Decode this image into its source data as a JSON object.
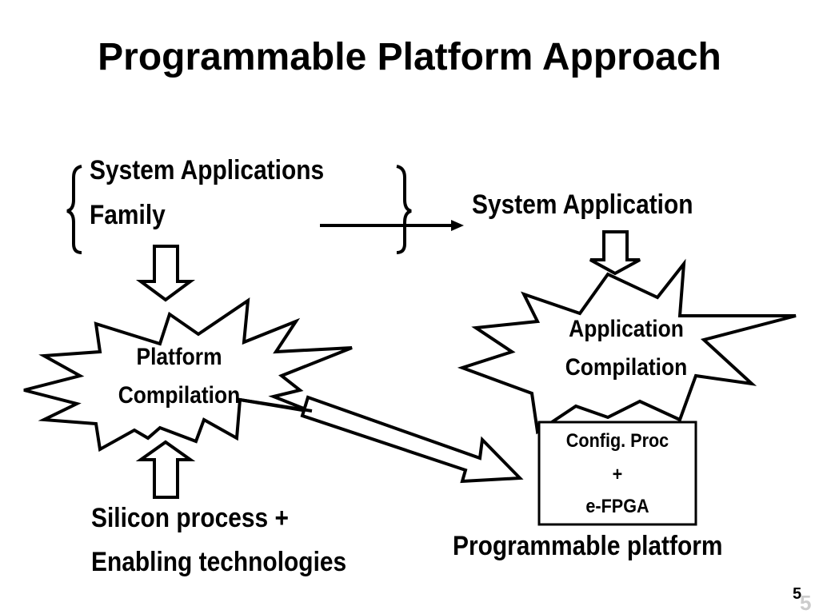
{
  "title": "Programmable Platform Approach",
  "family": {
    "line1": "System Applications",
    "line2": "Family"
  },
  "system_application": "System Application",
  "platform_compilation": {
    "line1": "Platform",
    "line2": "Compilation"
  },
  "application_compilation": {
    "line1": "Application",
    "line2": "Compilation"
  },
  "platform_box": {
    "line1": "Config. Proc",
    "line2": "+",
    "line3": "e-FPGA"
  },
  "programmable_platform": "Programmable platform",
  "silicon": {
    "line1": "Silicon process +",
    "line2": "Enabling technologies"
  },
  "page_number": "5"
}
